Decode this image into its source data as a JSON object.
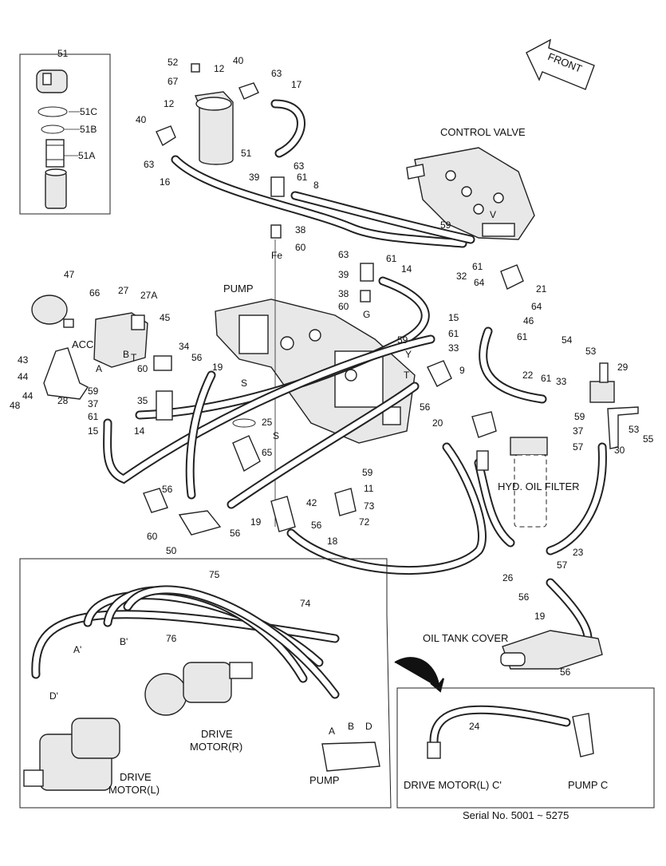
{
  "labels": {
    "front": "FRONT",
    "control_valve": "CONTROL VALVE",
    "pump": "PUMP",
    "acc": "ACC",
    "hyd_oil_filter": "HYD. OIL FILTER",
    "oil_tank_cover": "OIL TANK COVER",
    "drive_motor_r": [
      "DRIVE",
      "MOTOR(R)"
    ],
    "drive_motor_l": [
      "DRIVE",
      "MOTOR(L)"
    ],
    "pump_lower": "PUMP",
    "drive_motor_l_c": "DRIVE MOTOR(L) C'",
    "pump_c": "PUMP C",
    "serial": "Serial No. 5001 ~ 5275",
    "port_letters": {
      "V": "V",
      "Fe": "Fe",
      "G": "G",
      "Y": "Y",
      "T": "T",
      "S": "S",
      "A": "A",
      "B": "B",
      "D": "D",
      "A_prime": "A'",
      "B_prime": "B'",
      "D_prime": "D'"
    }
  },
  "callouts": {
    "inset_filter": [
      "51",
      "51C",
      "51B",
      "51A"
    ],
    "top": [
      "52",
      "67",
      "12",
      "40",
      "63",
      "17",
      "12",
      "40",
      "51",
      "63",
      "16",
      "39",
      "63",
      "61",
      "8"
    ],
    "center": [
      "38",
      "60",
      "63",
      "61",
      "14",
      "39",
      "38",
      "60",
      "15",
      "61",
      "33",
      "59",
      "9",
      "56",
      "25",
      "65",
      "59",
      "11",
      "73",
      "72",
      "42",
      "56",
      "18"
    ],
    "right": [
      "59",
      "61",
      "32",
      "64",
      "21",
      "64",
      "46",
      "61",
      "54",
      "53",
      "29",
      "22",
      "61",
      "33",
      "59",
      "37",
      "57",
      "53",
      "55",
      "30",
      "20",
      "23",
      "57",
      "26",
      "56",
      "19",
      "56"
    ],
    "left": [
      "47",
      "66",
      "27",
      "27A",
      "45",
      "34",
      "56",
      "19",
      "43",
      "44",
      "44",
      "48",
      "28",
      "59",
      "37",
      "60",
      "61",
      "15",
      "14",
      "35",
      "56",
      "60",
      "50",
      "56",
      "19"
    ],
    "drive_inset": [
      "75",
      "74",
      "76"
    ],
    "motor_c_inset": [
      "24"
    ]
  }
}
